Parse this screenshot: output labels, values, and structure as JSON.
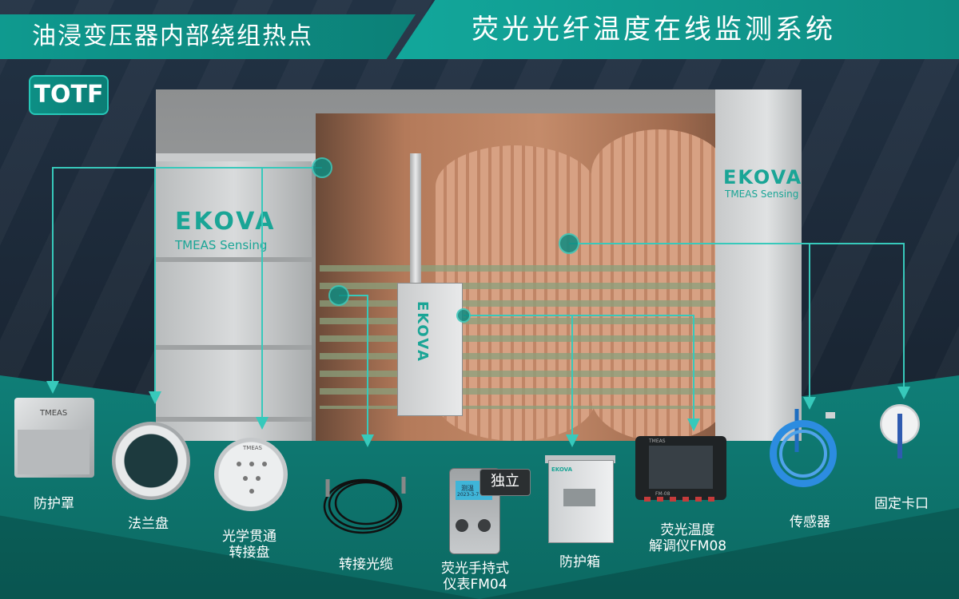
{
  "header": {
    "left_title": "油浸变压器内部绕组热点",
    "right_title": "荧光光纤温度在线监测系统"
  },
  "tag": {
    "label": "TOTF"
  },
  "illustration": {
    "brand": "EKOVA",
    "brand_sub": "TMEAS Sensing"
  },
  "products": [
    {
      "label": "防护罩",
      "id": "protective-cover",
      "mark": "TMEAS"
    },
    {
      "label": "法兰盘",
      "id": "flange"
    },
    {
      "label": "光学贯通\n转接盘",
      "id": "optical-feedthrough-plate",
      "mark": "TMEAS"
    },
    {
      "label": "转接光缆",
      "id": "adapter-fiber-cable"
    },
    {
      "label": "荧光手持式\n仪表FM04",
      "id": "handheld-meter-fm04",
      "badge": "独立",
      "screen": "测温",
      "screen_sub": "2023-3-7"
    },
    {
      "label": "防护箱",
      "id": "protective-cabinet",
      "mark": "EKOVA"
    },
    {
      "label": "荧光温度\n解调仪FM08",
      "id": "demodulator-fm08",
      "mark": "TMEAS",
      "model": "FM-08"
    },
    {
      "label": "传感器",
      "id": "sensor"
    },
    {
      "label": "固定卡口",
      "id": "fixing-clip"
    }
  ],
  "colors": {
    "accent": "#12a79b",
    "line": "#37c9bb",
    "background": "#1b2735"
  }
}
